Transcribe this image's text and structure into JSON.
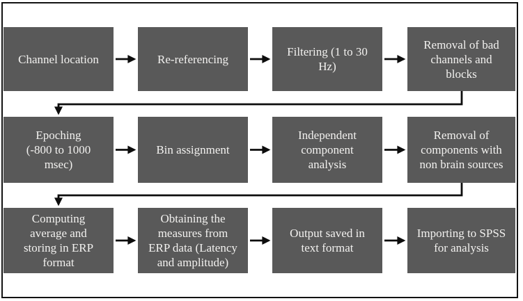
{
  "diagram": {
    "type": "flowchart",
    "rows": [
      {
        "boxes": [
          {
            "label": "Channel location"
          },
          {
            "label": "Re-referencing"
          },
          {
            "label": "Filtering (1 to 30\nHz)"
          },
          {
            "label": "Removal of bad\nchannels and\nblocks"
          }
        ]
      },
      {
        "boxes": [
          {
            "label": "Epoching\n(-800 to 1000\nmsec)"
          },
          {
            "label": "Bin assignment"
          },
          {
            "label": "Independent\ncomponent\nanalysis"
          },
          {
            "label": "Removal of\ncomponents with\nnon brain sources"
          }
        ]
      },
      {
        "boxes": [
          {
            "label": "Computing\naverage and\nstoring in ERP\nformat"
          },
          {
            "label": "Obtaining the\nmeasures from\nERP data (Latency\nand amplitude)"
          },
          {
            "label": "Output saved in\ntext format"
          },
          {
            "label": "Importing to SPSS\nfor analysis"
          }
        ]
      }
    ],
    "colors": {
      "box_fill": "#595959",
      "box_text": "#f2f1ef",
      "arrow": "#0d0d0d",
      "frame": "#121212",
      "background": "#ffffff"
    }
  }
}
